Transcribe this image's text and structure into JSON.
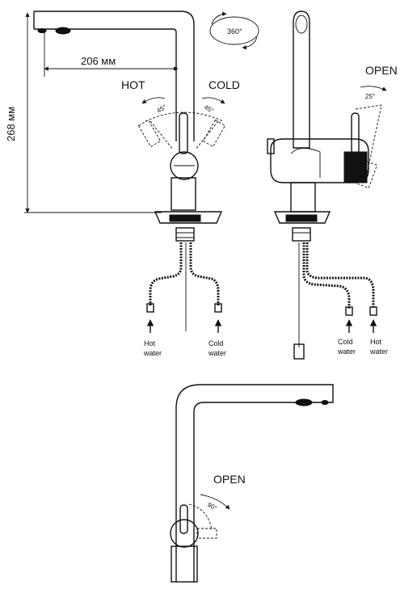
{
  "dimensions": {
    "reach": "206 мм",
    "height": "268 мм"
  },
  "swivel": {
    "label": "360°"
  },
  "front_view": {
    "hot_label": "HOT",
    "cold_label": "COLD",
    "hot_angle": "45°",
    "cold_angle": "45°",
    "inlet_left": [
      "Hot",
      "water"
    ],
    "inlet_right": [
      "Cold",
      "water"
    ]
  },
  "side_view": {
    "open_label": "OPEN",
    "open_angle": "25°",
    "inlet_left": [
      "Cold",
      "water"
    ],
    "inlet_right": [
      "Hot",
      "water"
    ]
  },
  "bottom_view": {
    "open_label": "OPEN",
    "open_angle": "90°"
  }
}
